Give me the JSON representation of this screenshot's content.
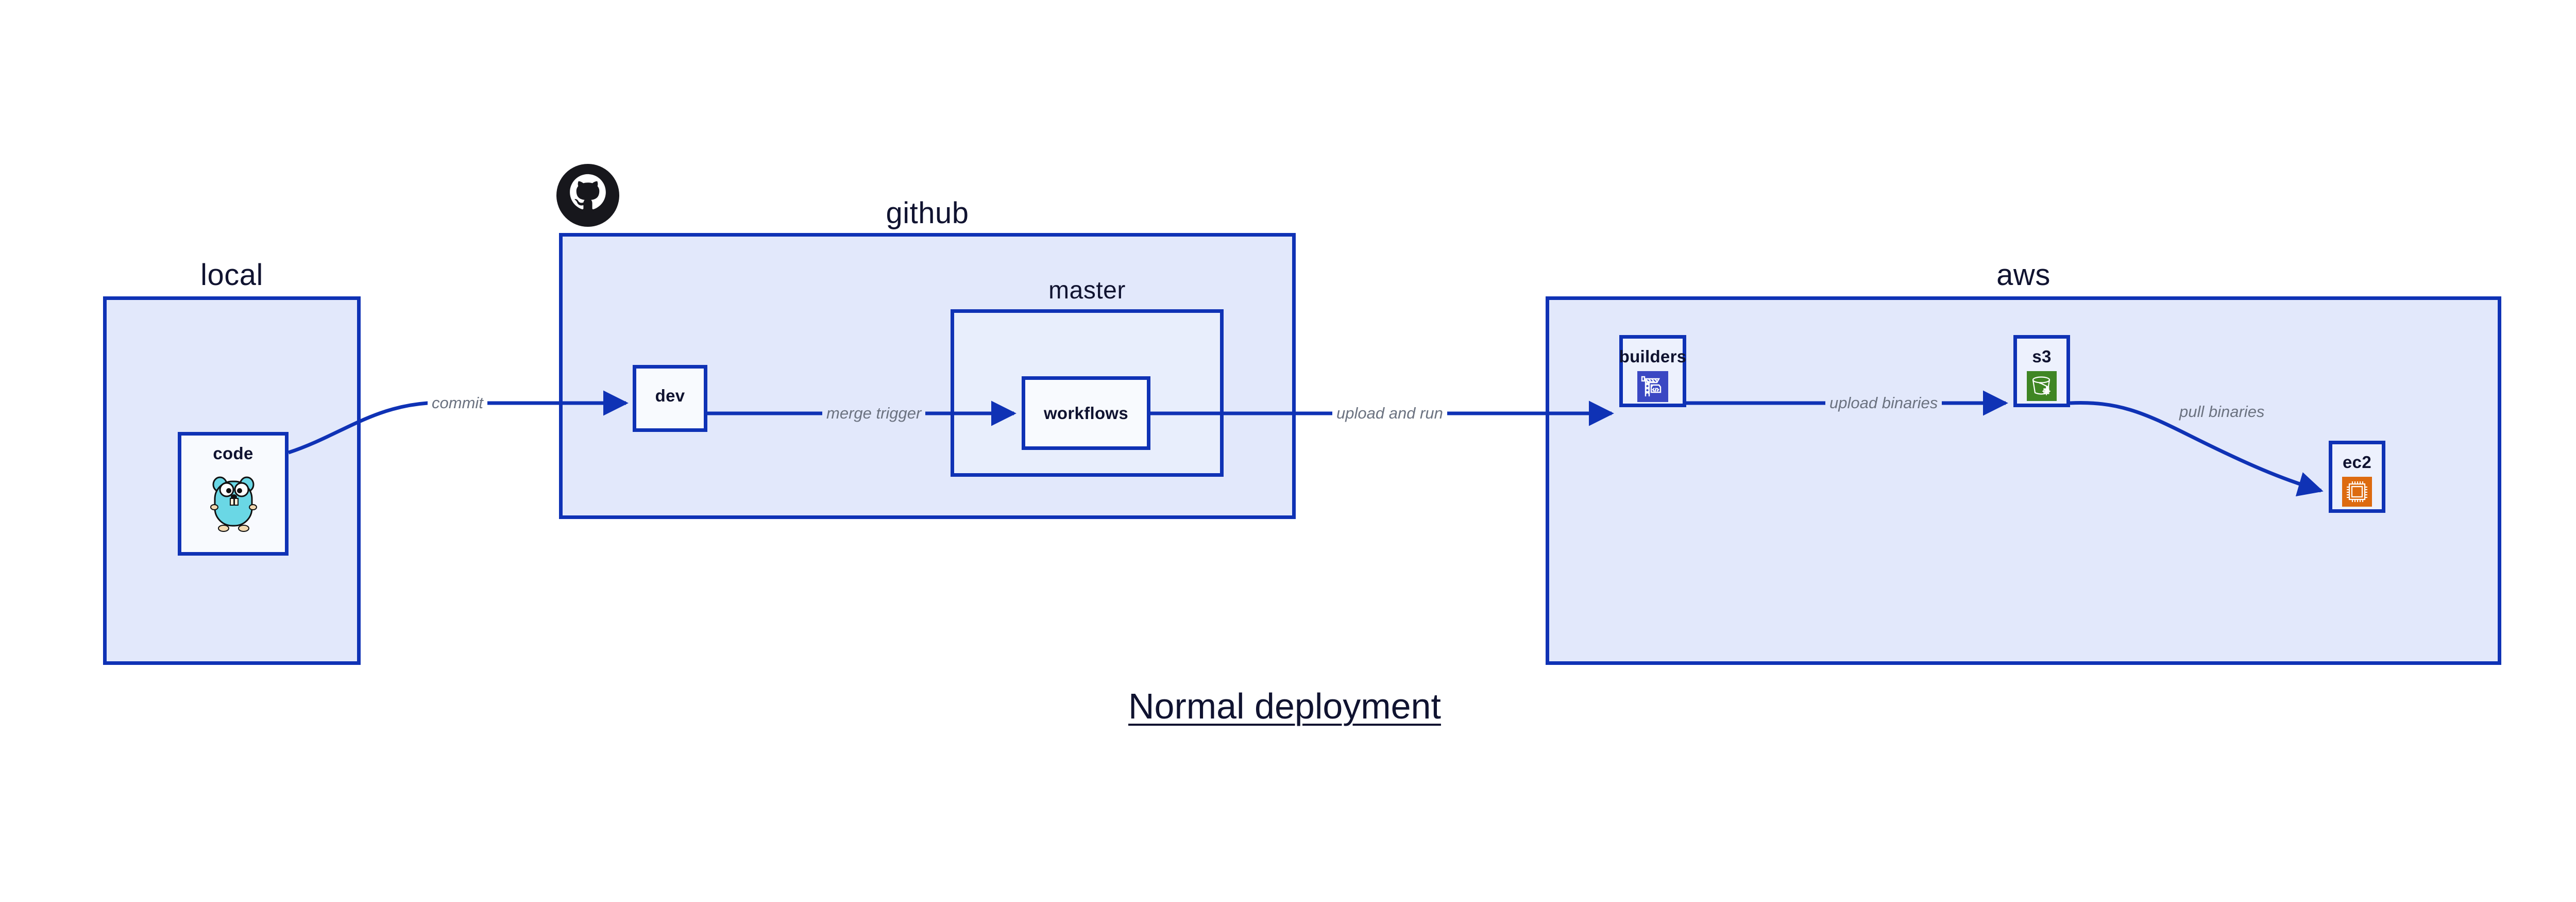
{
  "title": "Normal deployment",
  "colors": {
    "line": "#0f32b5",
    "group_fill": "#e2e8fb",
    "node_fill": "#edf1fd",
    "label_text": "#101330",
    "edge_label_text": "#6b7280",
    "builders_icon_bg": "#3b48c3",
    "s3_icon_bg": "#3f8624",
    "ec2_icon_bg": "#dd6b10",
    "gopher_body": "#6ad7e5",
    "github_logo": "#17171c"
  },
  "groups": [
    {
      "id": "local",
      "label": "local"
    },
    {
      "id": "github",
      "label": "github"
    },
    {
      "id": "aws",
      "label": "aws"
    }
  ],
  "subgroups": [
    {
      "id": "master",
      "label": "master",
      "parent": "github"
    }
  ],
  "nodes": [
    {
      "id": "code",
      "label": "code",
      "parent": "local",
      "icon": "go-gopher-icon"
    },
    {
      "id": "dev",
      "label": "dev",
      "parent": "github",
      "icon": null
    },
    {
      "id": "workflows",
      "label": "workflows",
      "parent": "master",
      "icon": null
    },
    {
      "id": "builders",
      "label": "builders",
      "parent": "aws",
      "icon": "aws-codebuild-icon"
    },
    {
      "id": "s3",
      "label": "s3",
      "parent": "aws",
      "icon": "aws-s3-glacier-icon"
    },
    {
      "id": "ec2",
      "label": "ec2",
      "parent": "aws",
      "icon": "aws-ec2-chip-icon"
    }
  ],
  "edges": [
    {
      "id": "commit",
      "from": "code",
      "to": "dev",
      "label": "commit"
    },
    {
      "id": "merge-trigger",
      "from": "dev",
      "to": "workflows",
      "label": "merge trigger"
    },
    {
      "id": "upload-and-run",
      "from": "workflows",
      "to": "builders",
      "label": "upload and run"
    },
    {
      "id": "upload-binaries",
      "from": "builders",
      "to": "s3",
      "label": "upload binaries"
    },
    {
      "id": "pull-binaries",
      "from": "s3",
      "to": "ec2",
      "label": "pull binaries"
    }
  ],
  "logos": [
    {
      "id": "github-logo",
      "name": "github-octocat-icon"
    }
  ]
}
